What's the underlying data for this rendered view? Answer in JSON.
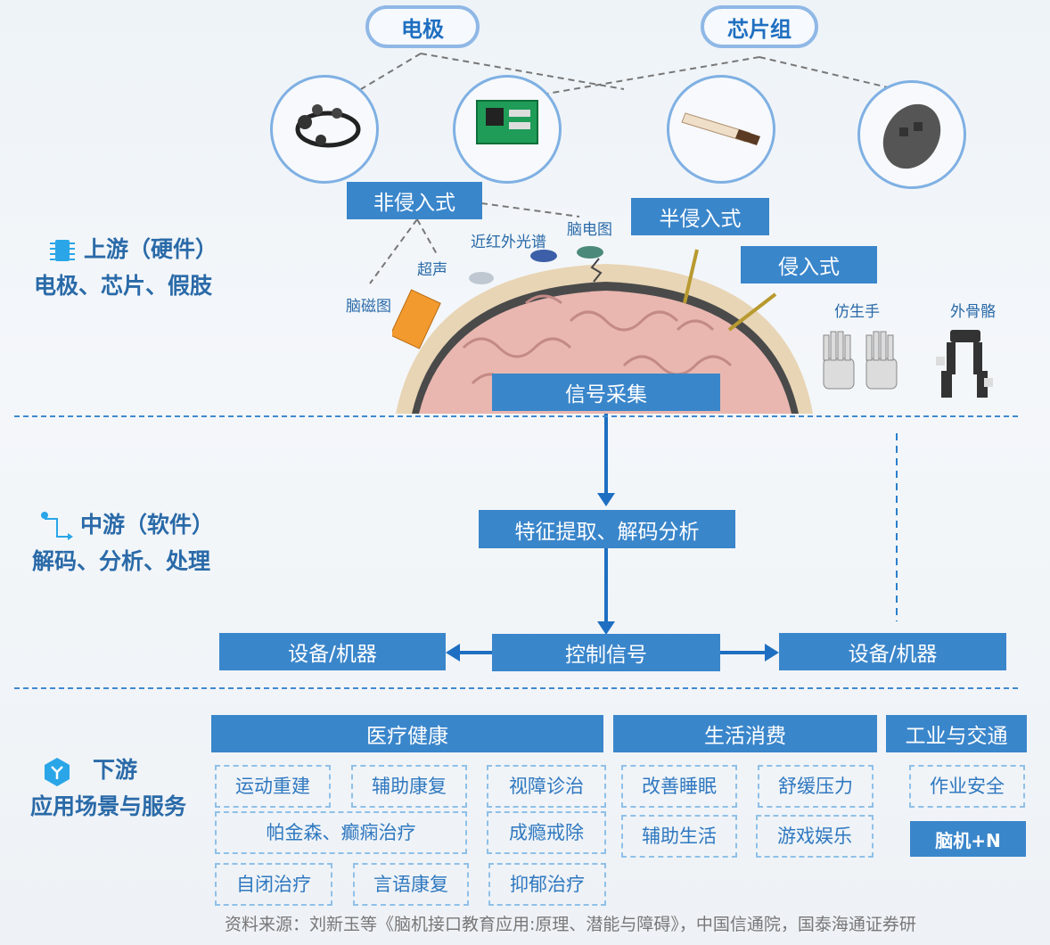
{
  "top_pills": {
    "electrode": "电极",
    "chipset": "芯片组"
  },
  "hardware_types": {
    "non_invasive": "非侵入式",
    "semi_invasive": "半侵入式",
    "invasive": "侵入式"
  },
  "signal_labels": {
    "meg": "脑磁图",
    "ultrasound": "超声",
    "nirs": "近红外光谱",
    "eeg": "脑电图"
  },
  "prosthetics": {
    "bionic_hand": "仿生手",
    "exoskeleton": "外骨骼"
  },
  "flow": {
    "signal_acquisition": "信号采集",
    "feature_extraction": "特征提取、解码分析",
    "control_signal": "控制信号",
    "device_left": "设备/机器",
    "device_right": "设备/机器"
  },
  "sections": {
    "upstream": {
      "title": "上游（硬件）",
      "subtitle": "电极、芯片、假肢"
    },
    "midstream": {
      "title": "中游（软件）",
      "subtitle": "解码、分析、处理"
    },
    "downstream": {
      "title": "下游",
      "subtitle": "应用场景与服务"
    }
  },
  "categories": {
    "medical": {
      "title": "医疗健康",
      "items": [
        "运动重建",
        "辅助康复",
        "视障诊治",
        "帕金森、癫痫治疗",
        "成瘾戒除",
        "自闭治疗",
        "言语康复",
        "抑郁治疗"
      ]
    },
    "consumer": {
      "title": "生活消费",
      "items": [
        "改善睡眠",
        "舒缓压力",
        "辅助生活",
        "游戏娱乐"
      ]
    },
    "industry": {
      "title": "工业与交通",
      "items": [
        "作业安全",
        "脑机+N"
      ]
    }
  },
  "footer": "资料来源：刘新玉等《脑机接口教育应用:原理、潜能与障碍》，中国信通院，国泰海通证券研"
}
